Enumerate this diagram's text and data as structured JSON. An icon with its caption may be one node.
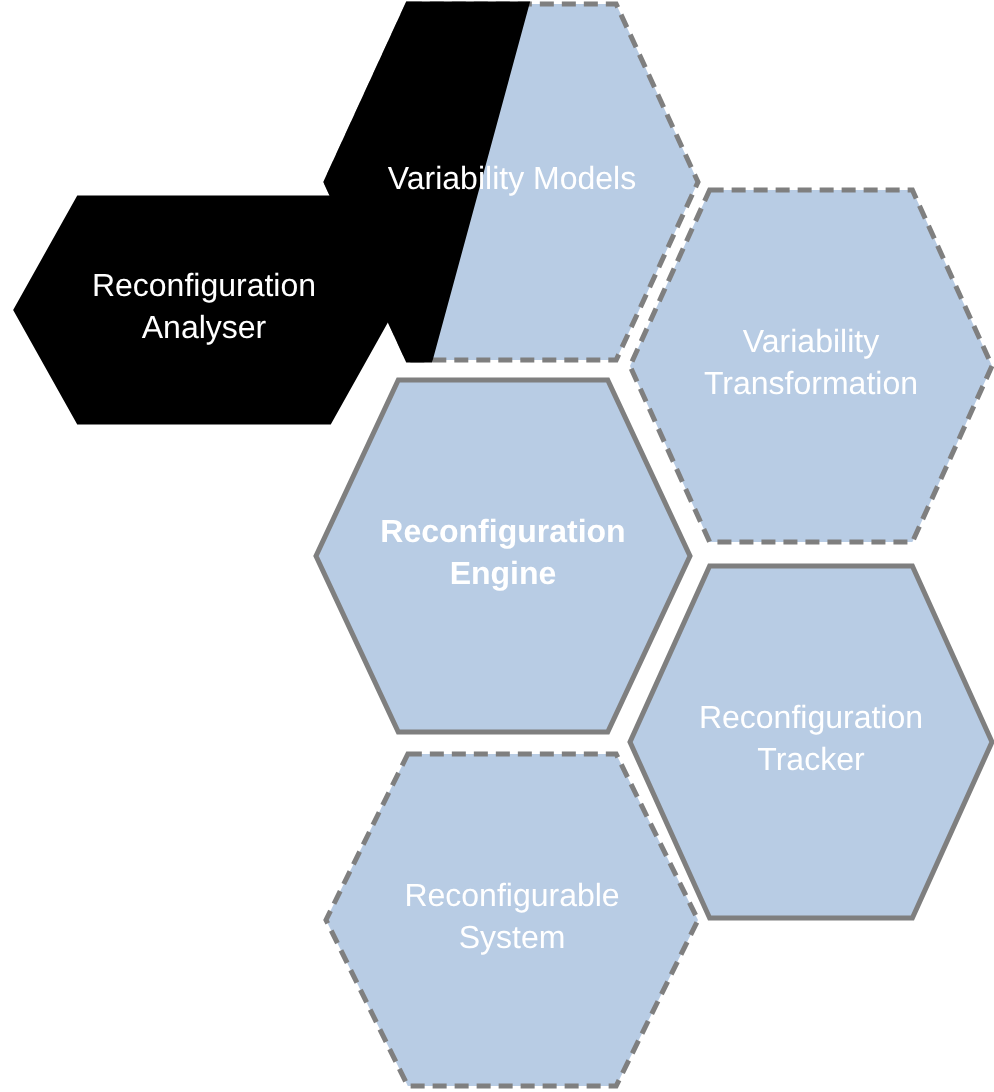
{
  "diagram": {
    "nodes": [
      {
        "text": [
          "Variability Models"
        ]
      },
      {
        "text": [
          "Reconfiguration Analyser"
        ]
      },
      {
        "text": [
          "Variability Transformation"
        ]
      },
      {
        "text": [
          "Reconfiguration Engine"
        ]
      },
      {
        "text": [
          "Reconfiguration Tracker"
        ]
      },
      {
        "text": [
          "Reconfigurable System"
        ]
      }
    ]
  }
}
